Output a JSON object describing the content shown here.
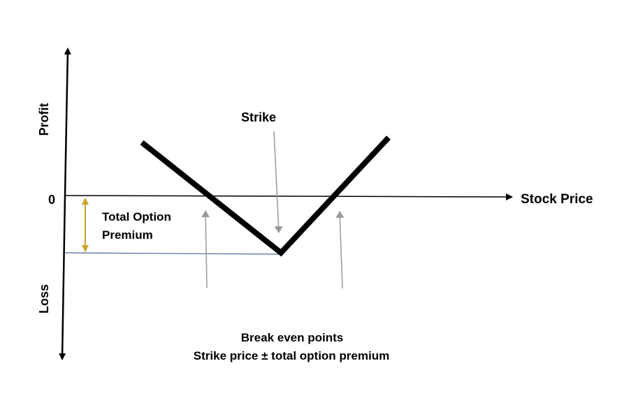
{
  "axes": {
    "y_top_label": "Profit",
    "y_bottom_label": "Loss",
    "zero_label": "0",
    "x_label": "Stock Price"
  },
  "annotations": {
    "strike_label": "Strike",
    "premium_line1": "Total Option",
    "premium_line2": "Premium",
    "breakeven_line1": "Break even points",
    "breakeven_line2": "Strike price ± total option premium"
  },
  "colors": {
    "payoff_line": "#000000",
    "axis": "#000000",
    "premium_arrow": "#c9a227",
    "premium_level_line": "#4a6a9c",
    "pointer_arrows": "#999999"
  }
}
